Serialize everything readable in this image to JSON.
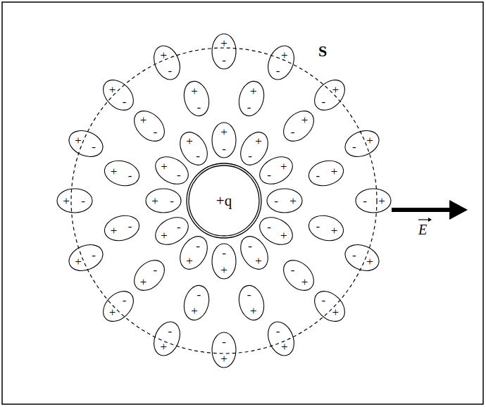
{
  "diagram": {
    "nodes": [
      {
        "text": [
          "+q"
        ]
      },
      {
        "text": [
          "+",
          "-"
        ]
      },
      {
        "text": [
          "+",
          "-"
        ]
      },
      {
        "text": [
          "+",
          "-"
        ]
      },
      {
        "text": [
          "+",
          "-"
        ]
      },
      {
        "text": [
          "+",
          "-"
        ]
      },
      {
        "text": [
          "+",
          "-"
        ]
      },
      {
        "text": [
          "+",
          "-"
        ]
      },
      {
        "text": [
          "+",
          "-"
        ]
      },
      {
        "text": [
          "+",
          "-"
        ]
      },
      {
        "text": [
          "+",
          "-"
        ]
      },
      {
        "text": [
          "+",
          "-"
        ]
      },
      {
        "text": [
          "+",
          "-"
        ]
      },
      {
        "text": [
          "+",
          "-"
        ]
      },
      {
        "text": [
          "+",
          "-"
        ]
      },
      {
        "text": [
          "+",
          "-"
        ]
      },
      {
        "text": [
          "+",
          "-"
        ]
      },
      {
        "text": [
          "+",
          "-"
        ]
      },
      {
        "text": [
          "+",
          "-"
        ]
      },
      {
        "text": [
          "+",
          "-"
        ]
      },
      {
        "text": [
          "+",
          "-"
        ]
      },
      {
        "text": [
          "+",
          "-"
        ]
      },
      {
        "text": [
          "+",
          "-"
        ]
      },
      {
        "text": [
          "+",
          "-"
        ]
      },
      {
        "text": [
          "+",
          "-"
        ]
      },
      {
        "text": [
          "+",
          "-"
        ]
      },
      {
        "text": [
          "+",
          "-"
        ]
      },
      {
        "text": [
          "+",
          "-"
        ]
      },
      {
        "text": [
          "+",
          "-"
        ]
      },
      {
        "text": [
          "+",
          "-"
        ]
      },
      {
        "text": [
          "+",
          "-"
        ]
      },
      {
        "text": [
          "+",
          "-"
        ]
      },
      {
        "text": [
          "+",
          "-"
        ]
      },
      {
        "text": [
          "+",
          "-"
        ]
      },
      {
        "text": [
          "+",
          "-"
        ]
      },
      {
        "text": [
          "+",
          "-"
        ]
      },
      {
        "text": [
          "+",
          "-"
        ]
      },
      {
        "text": [
          "+",
          "-"
        ]
      },
      {
        "text": [
          "+",
          "-"
        ]
      },
      {
        "text": [
          "+",
          "-"
        ]
      },
      {
        "text": [
          "+",
          "-"
        ]
      }
    ],
    "labels": [
      "S",
      "E"
    ]
  }
}
